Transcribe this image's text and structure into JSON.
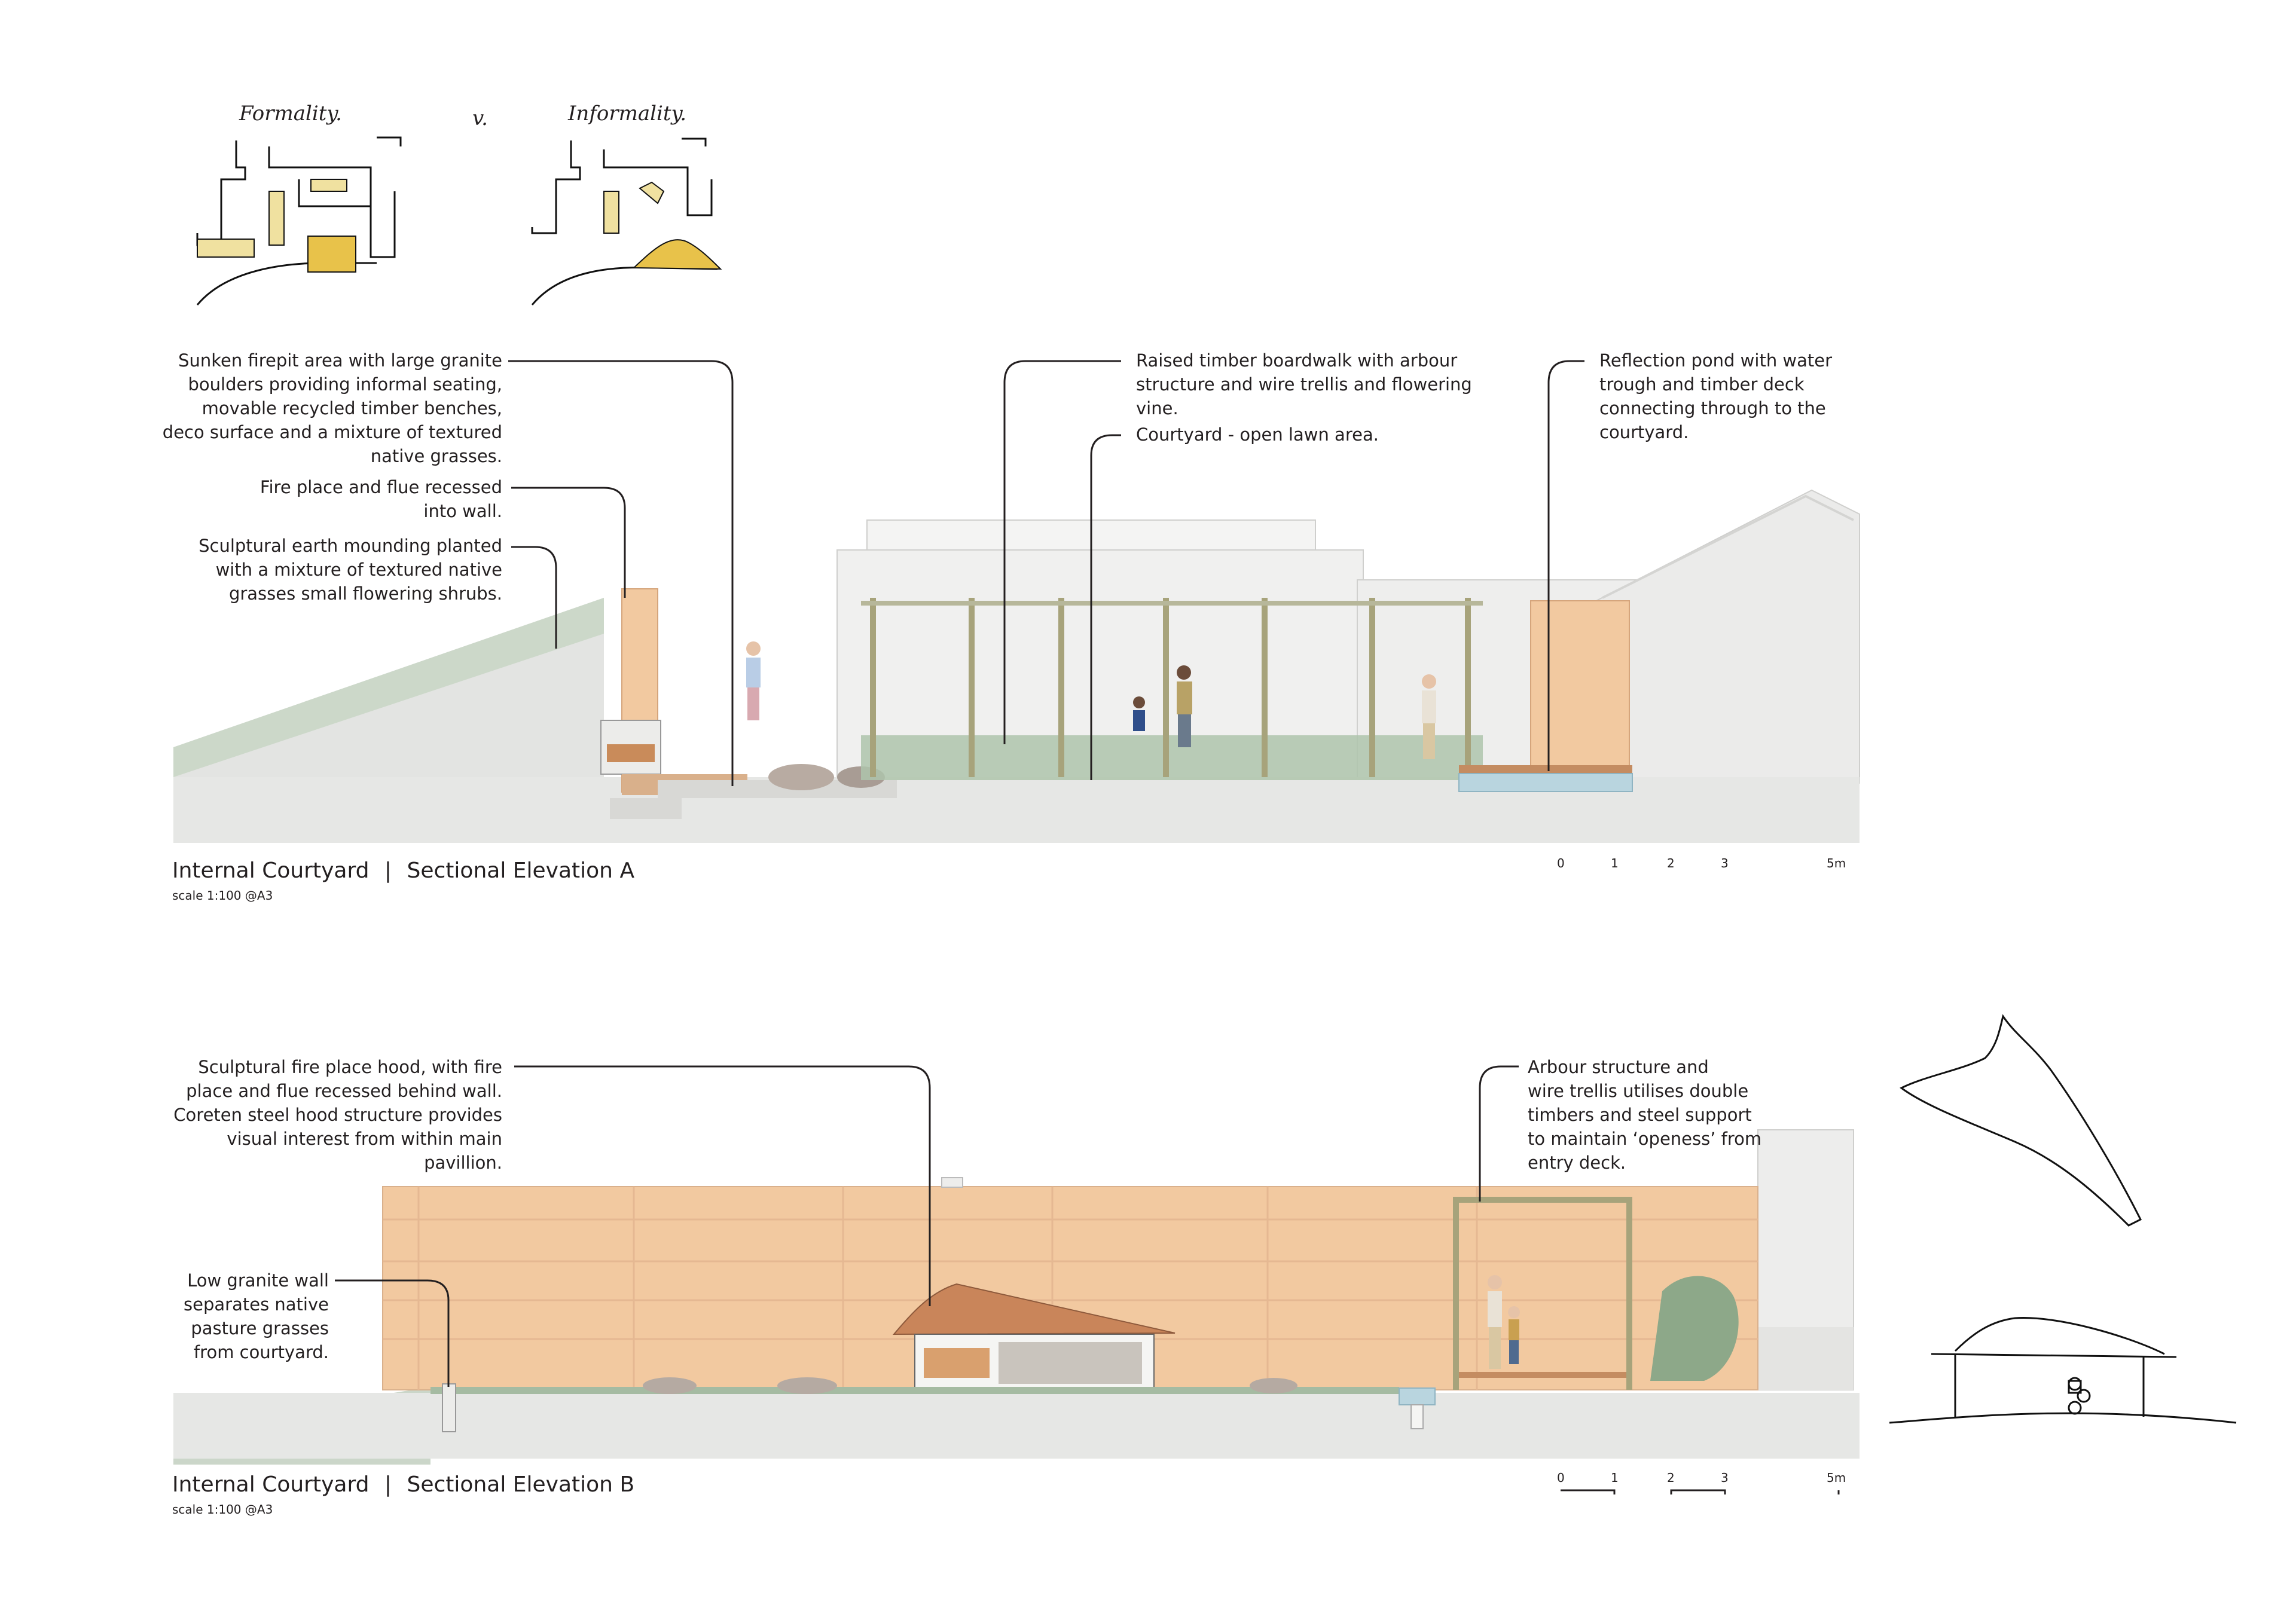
{
  "sketches": {
    "left_label": "Formality.",
    "separator": "v.",
    "right_label": "Informality."
  },
  "elevation_a": {
    "title": "Internal Courtyard",
    "title_separator": "|",
    "subtitle": "Sectional Elevation A",
    "scale_note": "scale 1:100 @A3",
    "scale_bar_ticks": [
      "0",
      "1",
      "2",
      "3",
      "5m"
    ],
    "annotations": {
      "firepit": "Sunken firepit area with large granite\nboulders providing informal seating,\nmovable recycled timber benches,\ndeco surface and a mixture of textured\nnative grasses.",
      "fireplace": "Fire place and flue recessed\ninto wall.",
      "mounding": "Sculptural earth mounding planted\nwith a mixture of textured native\ngrasses small flowering shrubs.",
      "boardwalk": "Raised timber boardwalk with arbour\nstructure and wire trellis and flowering\nvine.",
      "lawn": "Courtyard - open lawn area.",
      "pond": "Reflection pond with water\ntrough and timber deck\nconnecting through to the\ncourtyard."
    }
  },
  "elevation_b": {
    "title": "Internal Courtyard",
    "title_separator": "|",
    "subtitle": "Sectional Elevation B",
    "scale_note": "scale 1:100 @A3",
    "scale_bar_ticks": [
      "0",
      "1",
      "2",
      "3",
      "5m"
    ],
    "annotations": {
      "hood": "Sculptural fire place hood, with fire\nplace and flue recessed behind wall.\nCoreten steel hood structure provides\nvisual interest from within main\npavillion.",
      "granite_wall": "Low granite wall\nseparates native\npasture grasses\nfrom courtyard.",
      "arbour": "Arbour structure and\nwire trellis utilises double\ntimbers and steel support\nto maintain ‘openess’ from\nentry deck."
    }
  },
  "colors": {
    "timber": "#f2c9a0",
    "ground": "#e8e8e6",
    "grass": "#9fb89c",
    "water": "#b9d5df",
    "sketch_yellow": "#e8c24a",
    "sketch_pale": "#f0e1a0",
    "leader": "#231f20"
  }
}
